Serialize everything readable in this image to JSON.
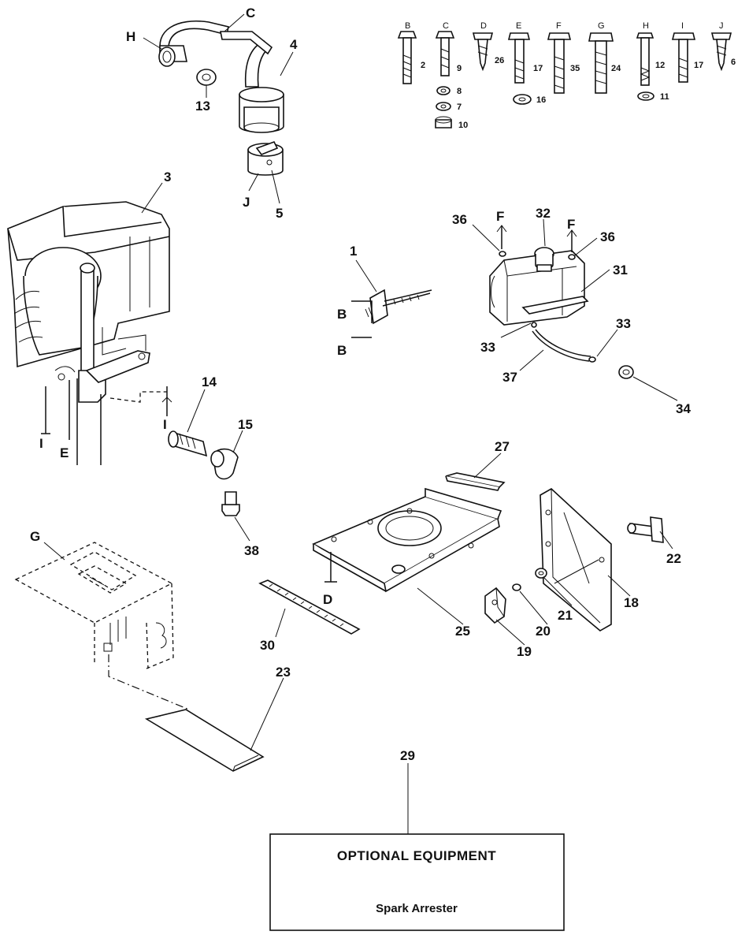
{
  "hardware": [
    {
      "letter": "B",
      "qty": "2"
    },
    {
      "letter": "C",
      "qty": "9"
    },
    {
      "letter": "D",
      "qty": "26"
    },
    {
      "letter": "E",
      "qty": "17"
    },
    {
      "letter": "F",
      "qty": "35"
    },
    {
      "letter": "G",
      "qty": "24"
    },
    {
      "letter": "H",
      "qty": "12"
    },
    {
      "letter": "I",
      "qty": "17"
    },
    {
      "letter": "J",
      "qty": "6"
    }
  ],
  "washers": [
    {
      "qty": "8"
    },
    {
      "qty": "7"
    },
    {
      "qty": "10"
    },
    {
      "qty": "16"
    },
    {
      "qty": "11"
    }
  ],
  "callouts": [
    "C",
    "H",
    "4",
    "13",
    "5",
    "J",
    "3",
    "1",
    "B",
    "B",
    "36",
    "F",
    "32",
    "F",
    "36",
    "31",
    "33",
    "33",
    "37",
    "34",
    "14",
    "I",
    "I",
    "E",
    "15",
    "38",
    "27",
    "G",
    "22",
    "25",
    "18",
    "21",
    "20",
    "19",
    "D",
    "30",
    "23",
    "29"
  ],
  "optional_box": {
    "title": "OPTIONAL EQUIPMENT",
    "subtitle": "Spark Arrester"
  }
}
